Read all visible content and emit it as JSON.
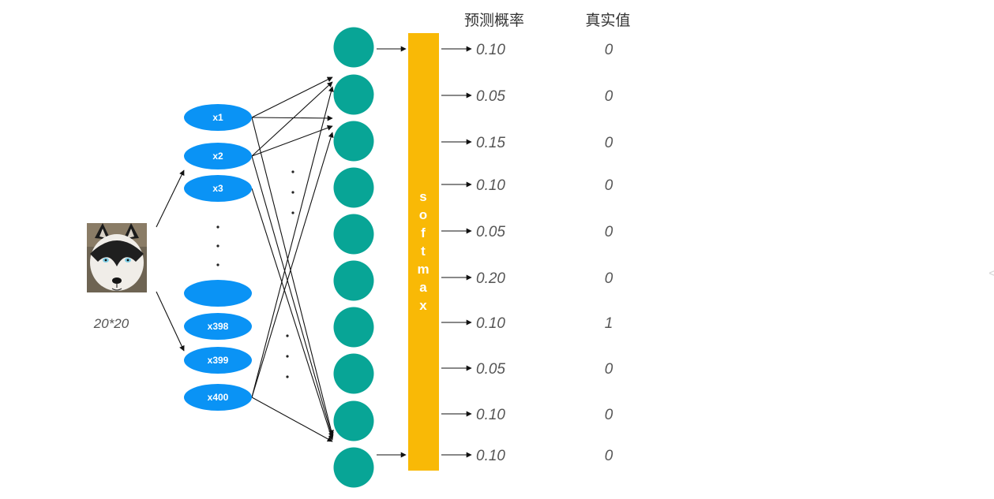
{
  "headers": {
    "predicted": "预测概率",
    "truth": "真实值"
  },
  "image_caption": "20*20",
  "input_nodes": [
    "x1",
    "x2",
    "x3",
    "",
    "x398",
    "x399",
    "x400"
  ],
  "softmax_label": "softmax",
  "probabilities": [
    "0.10",
    "0.05",
    "0.15",
    "0.10",
    "0.05",
    "0.20",
    "0.10",
    "0.05",
    "0.10",
    "0.10"
  ],
  "truth_values": [
    "0",
    "0",
    "0",
    "0",
    "0",
    "0",
    "1",
    "0",
    "0",
    "0"
  ],
  "edge_hint": "<",
  "colors": {
    "input_node": "#0a93f5",
    "output_node": "#08a596",
    "softmax_bar": "#f9b906",
    "background": "#ffffff"
  },
  "icons": {
    "input_image": "husky-dog-photo"
  }
}
